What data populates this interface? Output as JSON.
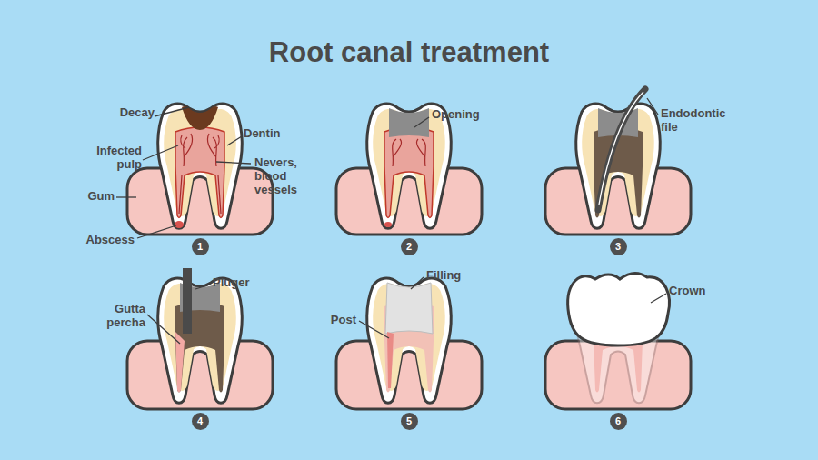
{
  "diagram": {
    "title": "Root canal treatment",
    "nodes": [
      {
        "text": [
          "1"
        ]
      },
      {
        "text": [
          "2"
        ]
      },
      {
        "text": [
          "3"
        ]
      },
      {
        "text": [
          "4"
        ]
      },
      {
        "text": [
          "5"
        ]
      },
      {
        "text": [
          "6"
        ]
      }
    ],
    "labels": [
      "Decay",
      "Dentin",
      "Infected pulp",
      "Nevers, blood vessels",
      "Gum",
      "Abscess",
      "Opening",
      "Endodontic file",
      "Pluger",
      "Gutta percha",
      "Filling",
      "Post",
      "Crown"
    ]
  }
}
